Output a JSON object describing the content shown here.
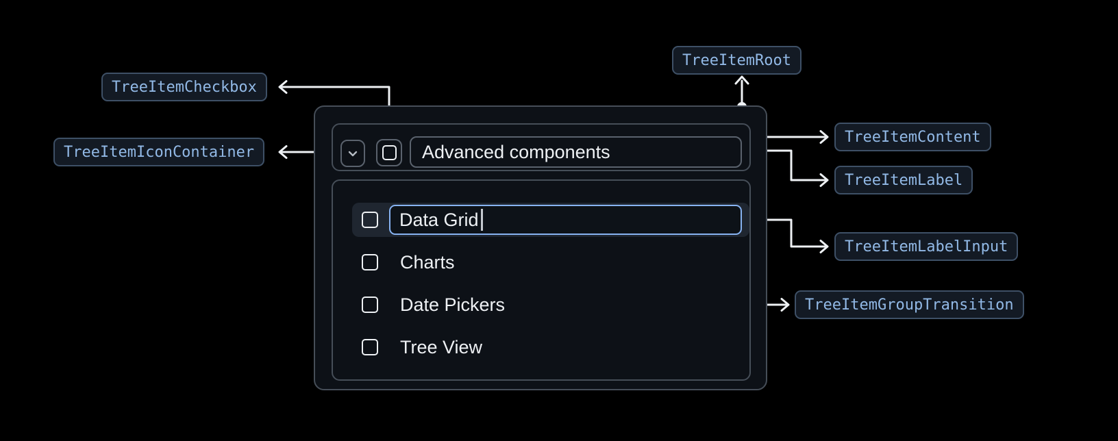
{
  "badges": {
    "root": "TreeItemRoot",
    "checkbox": "TreeItemCheckbox",
    "icon_container": "TreeItemIconContainer",
    "content": "TreeItemContent",
    "label": "TreeItemLabel",
    "label_input": "TreeItemLabelInput",
    "group_transition": "TreeItemGroupTransition"
  },
  "tree": {
    "parent": {
      "label": "Advanced components",
      "expanded": true,
      "checked": false
    },
    "children": [
      {
        "label": "Data Grid",
        "editing": true,
        "checked": false
      },
      {
        "label": "Charts",
        "checked": false
      },
      {
        "label": "Date Pickers",
        "checked": false
      },
      {
        "label": "Tree View",
        "checked": false
      }
    ]
  },
  "icons": {
    "expand": "chevron-down",
    "checkbox_unchecked": "square-outline"
  },
  "colors": {
    "page_bg": "#000000",
    "root_bg": "#0d1117",
    "surface_border": "#464e58",
    "control_border": "#5a626d",
    "row_highlight": "#1f2630",
    "accent_blue": "#87b3f2",
    "text_primary": "#eef1f4",
    "connector": "#eef1f4",
    "badge_bg": "#131a24",
    "badge_border": "#3e5066",
    "badge_text": "#92b9e6"
  }
}
